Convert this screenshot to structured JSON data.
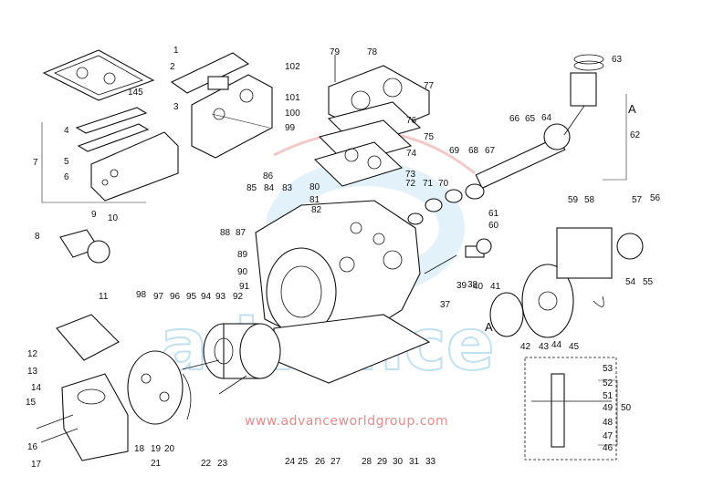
{
  "watermark": {
    "logo_text": "advance",
    "url": "www.advanceworldgroup.com",
    "logo_color": "#8ec9ea",
    "url_color": "#e58b8b"
  },
  "labels": [
    {
      "n": "1"
    },
    {
      "n": "2"
    },
    {
      "n": "3"
    },
    {
      "n": "4"
    },
    {
      "n": "5"
    },
    {
      "n": "6"
    },
    {
      "n": "7"
    },
    {
      "n": "8"
    },
    {
      "n": "9"
    },
    {
      "n": "10"
    },
    {
      "n": "11"
    },
    {
      "n": "12"
    },
    {
      "n": "13"
    },
    {
      "n": "14"
    },
    {
      "n": "15"
    },
    {
      "n": "16"
    },
    {
      "n": "17"
    },
    {
      "n": "18"
    },
    {
      "n": "19"
    },
    {
      "n": "20"
    },
    {
      "n": "21"
    },
    {
      "n": "22"
    },
    {
      "n": "23"
    },
    {
      "n": "24"
    },
    {
      "n": "25"
    },
    {
      "n": "26"
    },
    {
      "n": "27"
    },
    {
      "n": "28"
    },
    {
      "n": "29"
    },
    {
      "n": "30"
    },
    {
      "n": "31"
    },
    {
      "n": "33"
    },
    {
      "n": "37"
    },
    {
      "n": "38"
    },
    {
      "n": "39"
    },
    {
      "n": "40"
    },
    {
      "n": "41"
    },
    {
      "n": "42"
    },
    {
      "n": "43"
    },
    {
      "n": "44"
    },
    {
      "n": "45"
    },
    {
      "n": "46"
    },
    {
      "n": "47"
    },
    {
      "n": "48"
    },
    {
      "n": "49"
    },
    {
      "n": "50"
    },
    {
      "n": "51"
    },
    {
      "n": "52"
    },
    {
      "n": "53"
    },
    {
      "n": "54"
    },
    {
      "n": "55"
    },
    {
      "n": "56"
    },
    {
      "n": "57"
    },
    {
      "n": "58"
    },
    {
      "n": "59"
    },
    {
      "n": "60"
    },
    {
      "n": "61"
    },
    {
      "n": "62"
    },
    {
      "n": "63"
    },
    {
      "n": "64"
    },
    {
      "n": "65"
    },
    {
      "n": "66"
    },
    {
      "n": "67"
    },
    {
      "n": "68"
    },
    {
      "n": "69"
    },
    {
      "n": "70"
    },
    {
      "n": "71"
    },
    {
      "n": "72"
    },
    {
      "n": "73"
    },
    {
      "n": "74"
    },
    {
      "n": "75"
    },
    {
      "n": "76"
    },
    {
      "n": "77"
    },
    {
      "n": "78"
    },
    {
      "n": "79"
    },
    {
      "n": "80"
    },
    {
      "n": "81"
    },
    {
      "n": "82"
    },
    {
      "n": "83"
    },
    {
      "n": "84"
    },
    {
      "n": "85"
    },
    {
      "n": "86"
    },
    {
      "n": "87"
    },
    {
      "n": "88"
    },
    {
      "n": "89"
    },
    {
      "n": "90"
    },
    {
      "n": "91"
    },
    {
      "n": "92"
    },
    {
      "n": "93"
    },
    {
      "n": "94"
    },
    {
      "n": "95"
    },
    {
      "n": "96"
    },
    {
      "n": "97"
    },
    {
      "n": "98"
    },
    {
      "n": "99"
    },
    {
      "n": "100"
    },
    {
      "n": "101"
    },
    {
      "n": "102"
    }
  ],
  "view_markers": [
    "A",
    "A"
  ],
  "gasket_mark": "145"
}
